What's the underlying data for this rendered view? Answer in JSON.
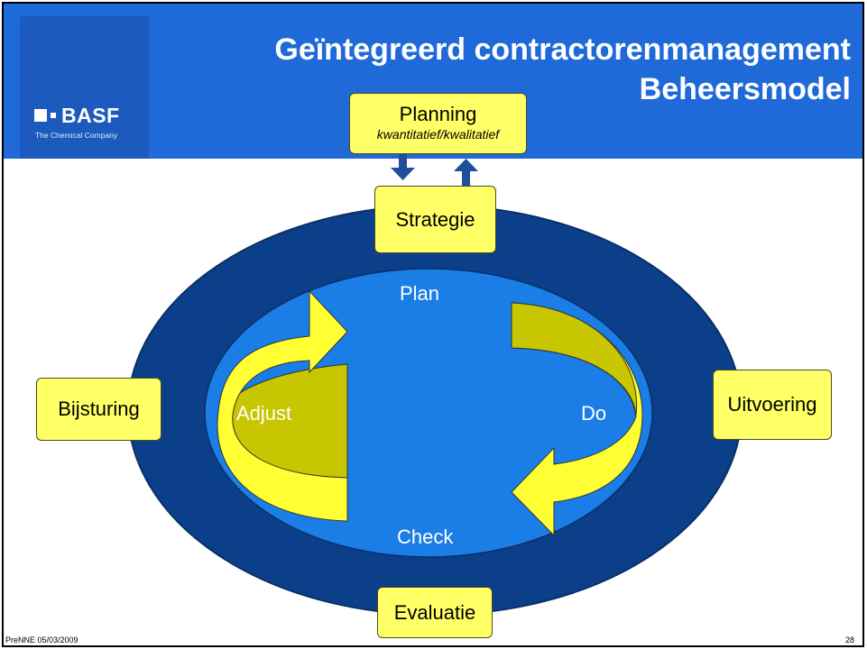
{
  "header": {
    "title_line1": "Geïntegreerd contractorenmanagement",
    "title_line2": "Beheersmodel"
  },
  "logo": {
    "brand": "BASF",
    "tagline": "The Chemical Company"
  },
  "planning": {
    "label": "Planning",
    "sublabel": "kwantitatief/kwalitatief"
  },
  "outer_stages": {
    "top": "Strategie",
    "left": "Bijsturing",
    "right": "Uitvoering",
    "bottom": "Evaluatie"
  },
  "inner_cycle": {
    "plan": "Plan",
    "do": "Do",
    "check": "Check",
    "adjust": "Adjust"
  },
  "footer": {
    "left": "PreNNE 05/03/2009",
    "page_number": "28"
  },
  "colors": {
    "header_blue": "#1f6ad8",
    "outer_ellipse": "#0b3f8a",
    "inner_ellipse": "#1a7ee6",
    "box_yellow": "#ffff66",
    "arrow_yellow": "#ffff33",
    "arrow_olive": "#c8c600"
  }
}
